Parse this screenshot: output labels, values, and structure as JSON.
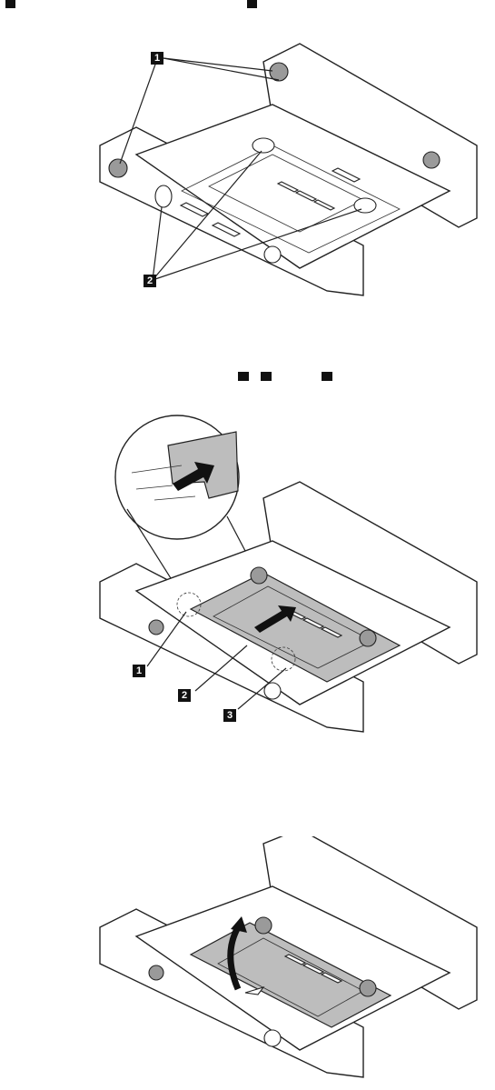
{
  "figures": [
    {
      "callouts": [
        "1",
        "2"
      ]
    },
    {
      "callouts": [
        "1",
        "2",
        "3"
      ]
    },
    {
      "callouts": []
    }
  ],
  "icons": [
    "ref-marker",
    "ref-marker",
    "ref-marker",
    "ref-marker",
    "ref-marker",
    "push-arrow-icon",
    "lift-arrow-icon"
  ]
}
